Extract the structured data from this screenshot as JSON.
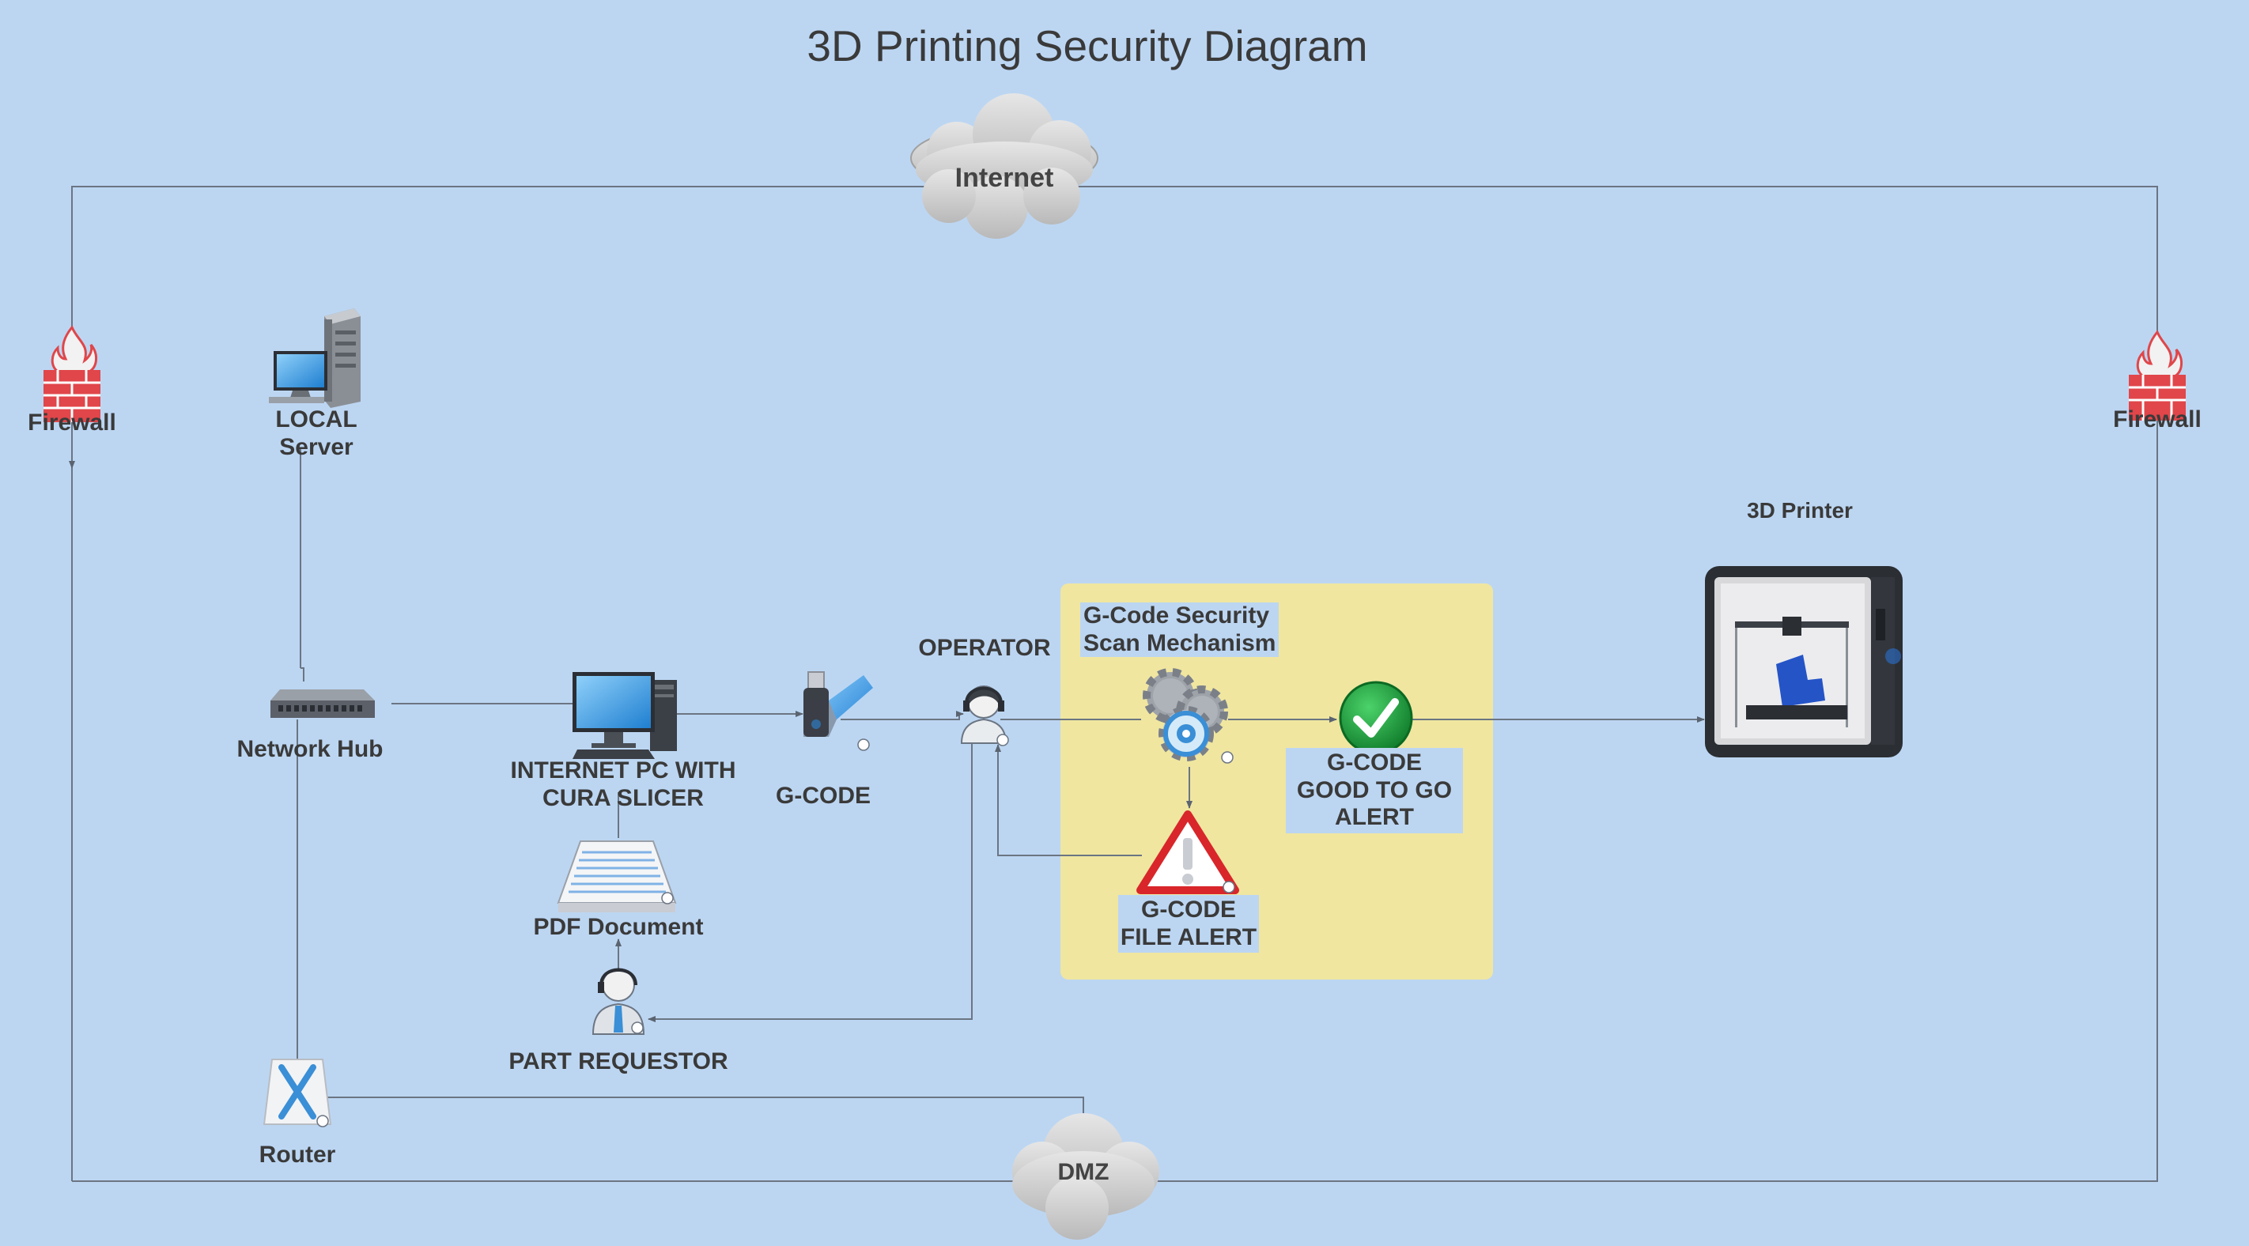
{
  "title": "3D Printing Security Diagram",
  "colors": {
    "background": "#bcd6f2",
    "scan_zone": "#f0e6a0",
    "line": "#6b7582",
    "firewall": "#e0464a",
    "check": "#1e9e3c",
    "alert": "#d8262a"
  },
  "nodes": {
    "internet": {
      "label": "Internet",
      "icon": "cloud-icon"
    },
    "dmz": {
      "label": "DMZ",
      "icon": "cloud-icon"
    },
    "firewall_left": {
      "label": "Firewall",
      "icon": "firewall-icon"
    },
    "firewall_right": {
      "label": "Firewall",
      "icon": "firewall-icon"
    },
    "local_server": {
      "label_line1": "LOCAL",
      "label_line2": "Server",
      "icon": "server-computer-icon"
    },
    "network_hub": {
      "label": "Network Hub",
      "icon": "network-switch-icon"
    },
    "internet_pc": {
      "label_line1": "INTERNET PC WITH",
      "label_line2": "CURA SLICER",
      "icon": "desktop-pc-icon"
    },
    "gcode": {
      "label": "G-CODE",
      "icon": "usb-drive-icon"
    },
    "operator": {
      "label": "OPERATOR",
      "icon": "operator-headset-icon"
    },
    "scan_mechanism": {
      "label_line1": "G-Code Security",
      "label_line2": "Scan Mechanism",
      "icon": "gears-lock-icon"
    },
    "good_alert": {
      "label_line1": "G-CODE",
      "label_line2": "GOOD TO GO",
      "label_line3": "ALERT",
      "icon": "checkmark-icon"
    },
    "file_alert": {
      "label_line1": "G-CODE",
      "label_line2": "FILE ALERT",
      "icon": "warning-triangle-icon"
    },
    "printer": {
      "label": "3D Printer",
      "icon": "3d-printer-icon"
    },
    "pdf_document": {
      "label": "PDF Document",
      "icon": "document-icon"
    },
    "part_requestor": {
      "label": "PART REQUESTOR",
      "icon": "requestor-person-icon"
    },
    "router": {
      "label": "Router",
      "icon": "router-icon"
    }
  }
}
